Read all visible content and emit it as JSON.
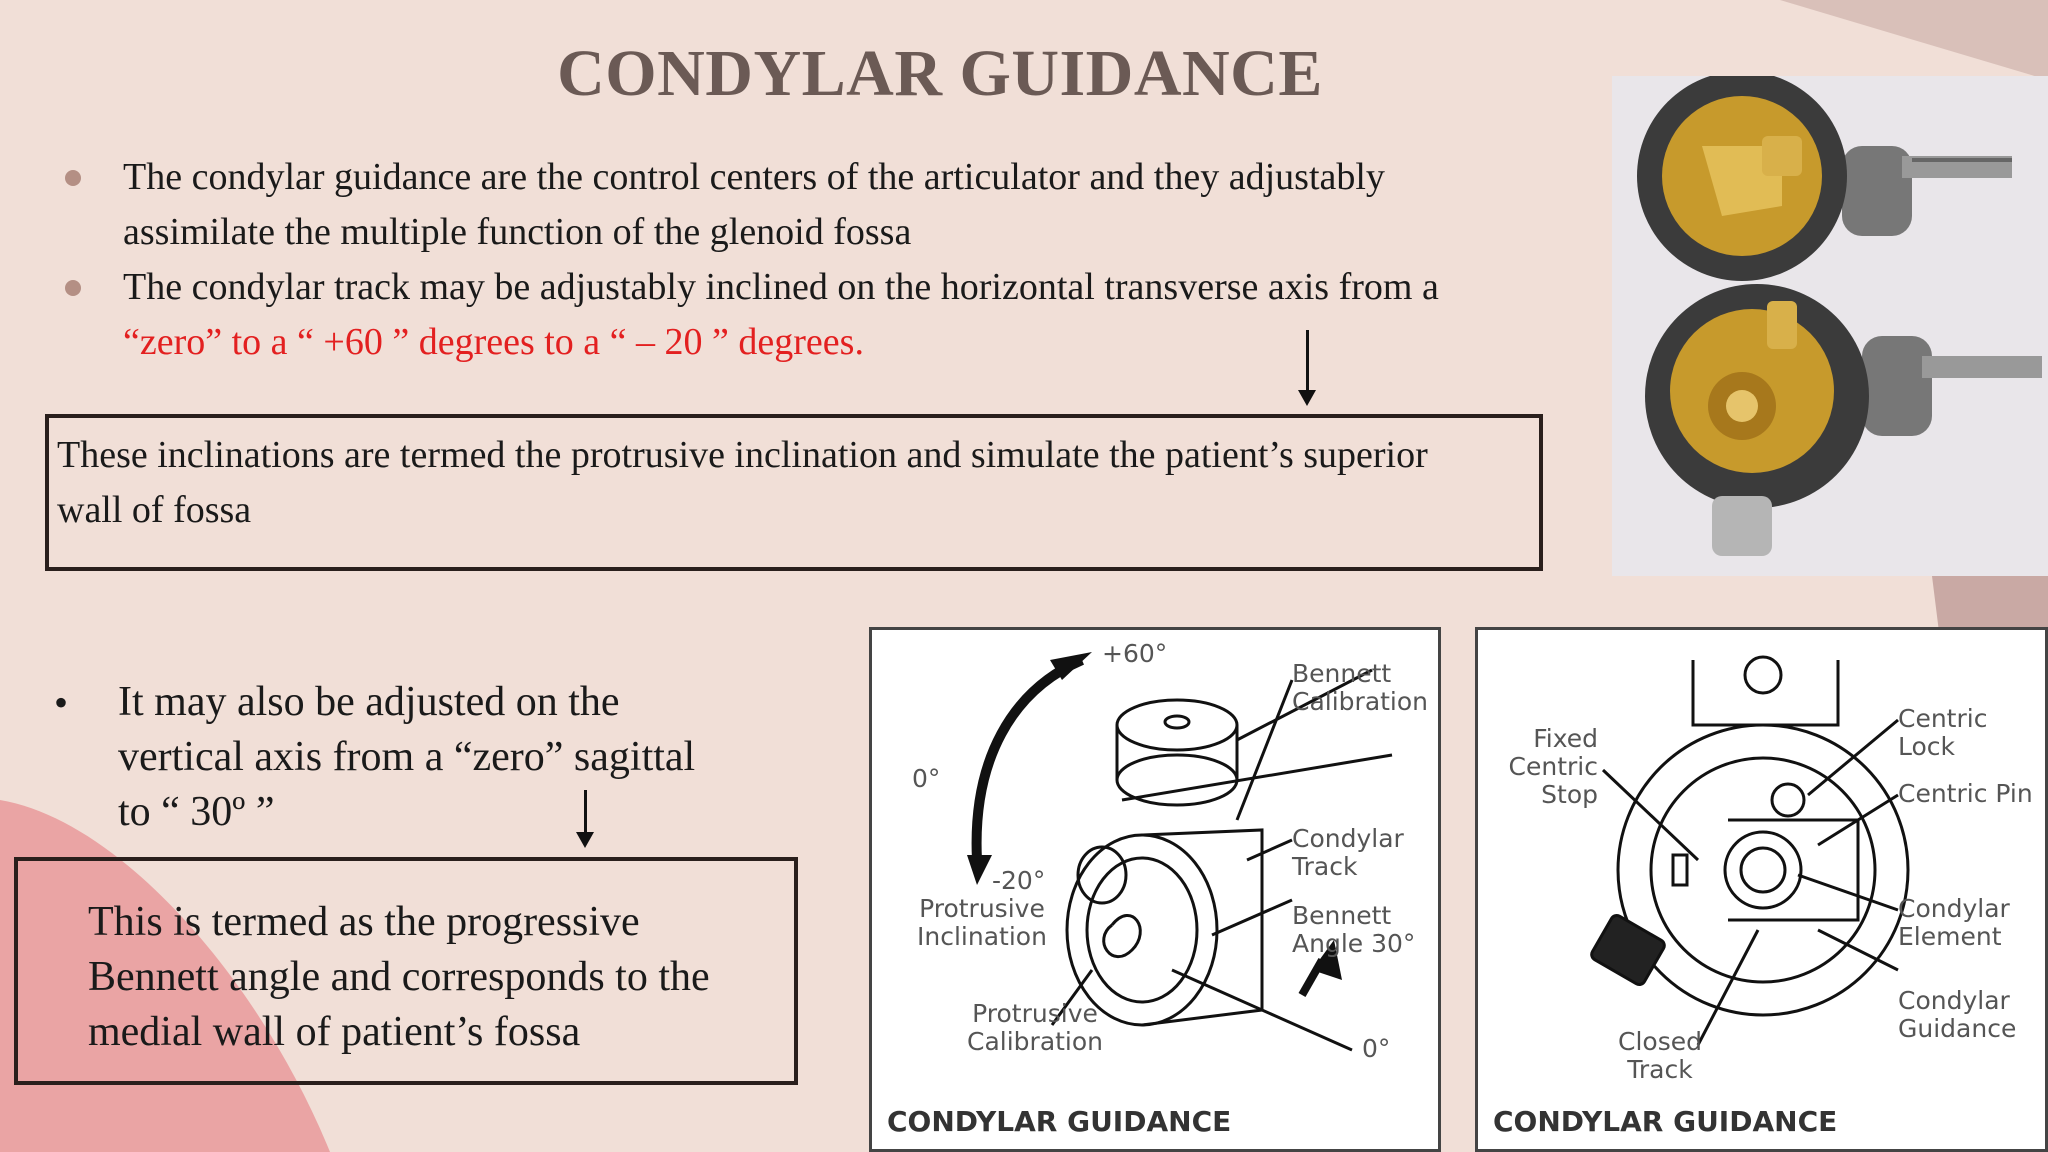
{
  "title": "CONDYLAR GUIDANCE",
  "bullets": [
    {
      "line1": "The condylar guidance are the control centers of the articulator and they adjustably",
      "line2": "assimilate the multiple function of the glenoid fossa"
    },
    {
      "line1": "The condylar track may be adjustably inclined on the horizontal transverse axis from a",
      "line2_red": "“zero” to a “ +60 ” degrees  to a “ – 20 ” degrees."
    }
  ],
  "box1": {
    "line1": "These inclinations are termed the protrusive inclination and simulate the patient’s superior",
    "line2": "wall of fossa"
  },
  "bullet3": {
    "line1": "It may also be adjusted on the",
    "line2": "vertical axis from a “zero” sagittal",
    "line3": "to “ 30º ”"
  },
  "box2": {
    "line1": "This is termed as the progressive",
    "line2": "Bennett angle and corresponds to the",
    "line3": "medial wall of patient’s fossa"
  },
  "figure1": {
    "caption": "CONDYLAR GUIDANCE",
    "labels": {
      "plus60": "+60°",
      "zero_top": "0°",
      "minus20": "-20°",
      "bennett_cal_1": "Bennett",
      "bennett_cal_2": "Calibration",
      "cond_track_1": "Condylar",
      "cond_track_2": "Track",
      "bennett_angle_1": "Bennett",
      "bennett_angle_2": "Angle 30°",
      "protrusive_incl_1": "Protrusive",
      "protrusive_incl_2": "Inclination",
      "protrusive_cal_1": "Protrusive",
      "protrusive_cal_2": "Calibration",
      "zero_bottom": "0°"
    }
  },
  "figure2": {
    "caption": "CONDYLAR GUIDANCE",
    "labels": {
      "fixed_1": "Fixed",
      "fixed_2": "Centric",
      "fixed_3": "Stop",
      "centric_lock_1": "Centric",
      "centric_lock_2": "Lock",
      "centric_pin": "Centric Pin",
      "cond_element_1": "Condylar",
      "cond_element_2": "Element",
      "cond_guidance_1": "Condylar",
      "cond_guidance_2": "Guidance",
      "closed_1": "Closed",
      "closed_2": "Track"
    }
  },
  "colors": {
    "background": "#f1dfd7",
    "title": "#6b5a55",
    "highlight": "#e32020",
    "bullet": "#b48f84"
  }
}
